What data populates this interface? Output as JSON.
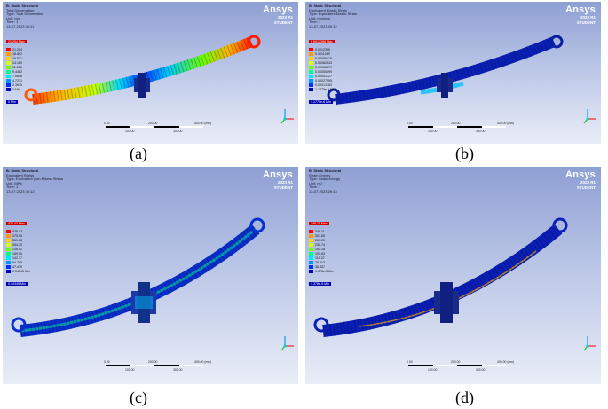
{
  "brand": {
    "name": "Ansys",
    "version": "2023 R1",
    "edition": "STUDENT"
  },
  "palette": [
    "#ff0000",
    "#ff9900",
    "#ffd200",
    "#d8ff00",
    "#6cff00",
    "#00ff8a",
    "#00e8ff",
    "#0098ff",
    "#0030ff",
    "#0000b4"
  ],
  "panels": [
    {
      "caption": "(a)",
      "header": [
        "B: Static Structural",
        "Total Deformation",
        "Type: Total Deformation",
        "Unit: mm",
        "Time: 1",
        "13-07-2023 09:11"
      ],
      "max": "21.254 Max",
      "legend": [
        "21.254",
        "18.892",
        "16.531",
        "14.169",
        "11.808",
        "9.4462",
        "7.0846",
        "4.7231",
        "2.3615",
        "0 Min"
      ],
      "min": "0 Min",
      "scale": {
        "ticks": [
          "0.00",
          "200.00",
          "400.00 (mm)"
        ],
        "sub": [
          "100.00",
          "300.00"
        ]
      }
    },
    {
      "caption": "(b)",
      "header": [
        "B: Static Structural",
        "Equivalent Elastic Strain",
        "Type: Equivalent Elastic Strain",
        "Unit: mm/mm",
        "Time: 1",
        "13-07-2023 09:12"
      ],
      "max": "0.0012396 Max",
      "legend": [
        "0.0012396",
        "0.0011019",
        "0.00096415",
        "0.00082643",
        "0.00068871",
        "0.00055099",
        "0.00041327",
        "0.00027555",
        "0.00013783",
        "1.1775e-6 Min"
      ],
      "min": "1.1775e-6 Min",
      "scale": {
        "ticks": [
          "0.00",
          "200.00",
          "400.00 (mm)"
        ],
        "sub": [
          "100.00",
          "300.00"
        ]
      }
    },
    {
      "caption": "(c)",
      "header": [
        "B: Static Structural",
        "Equivalent Stress",
        "Type: Equivalent (von-Mises) Stress",
        "Unit: MPa",
        "Time: 1",
        "13-07-2023 09:12"
      ],
      "max": "426.43 Max",
      "legend": [
        "426.43",
        "379.05",
        "331.68",
        "284.30",
        "236.92",
        "189.55",
        "142.17",
        "94.795",
        "47.419",
        "0.04345 Min"
      ],
      "min": "0.04345 Min",
      "scale": {
        "ticks": [
          "0.00",
          "200.00",
          "400.00 (mm)"
        ],
        "sub": [
          "100.00",
          "300.00"
        ]
      }
    },
    {
      "caption": "(d)",
      "header": [
        "B: Static Structural",
        "Strain Energy",
        "Type: Strain Energy",
        "Unit: mJ",
        "Time: 1",
        "13-07-2023 09:13"
      ],
      "max": "346.11 Max",
      "legend": [
        "346.11",
        "307.65",
        "269.20",
        "230.74",
        "192.28",
        "153.83",
        "115.37",
        "76.913",
        "38.457",
        "1.378e-5 Min"
      ],
      "min": "1.378e-5 Min",
      "scale": {
        "ticks": [
          "0.00",
          "200.00",
          "400.00 (mm)"
        ],
        "sub": [
          "100.00",
          "300.00"
        ]
      }
    }
  ]
}
